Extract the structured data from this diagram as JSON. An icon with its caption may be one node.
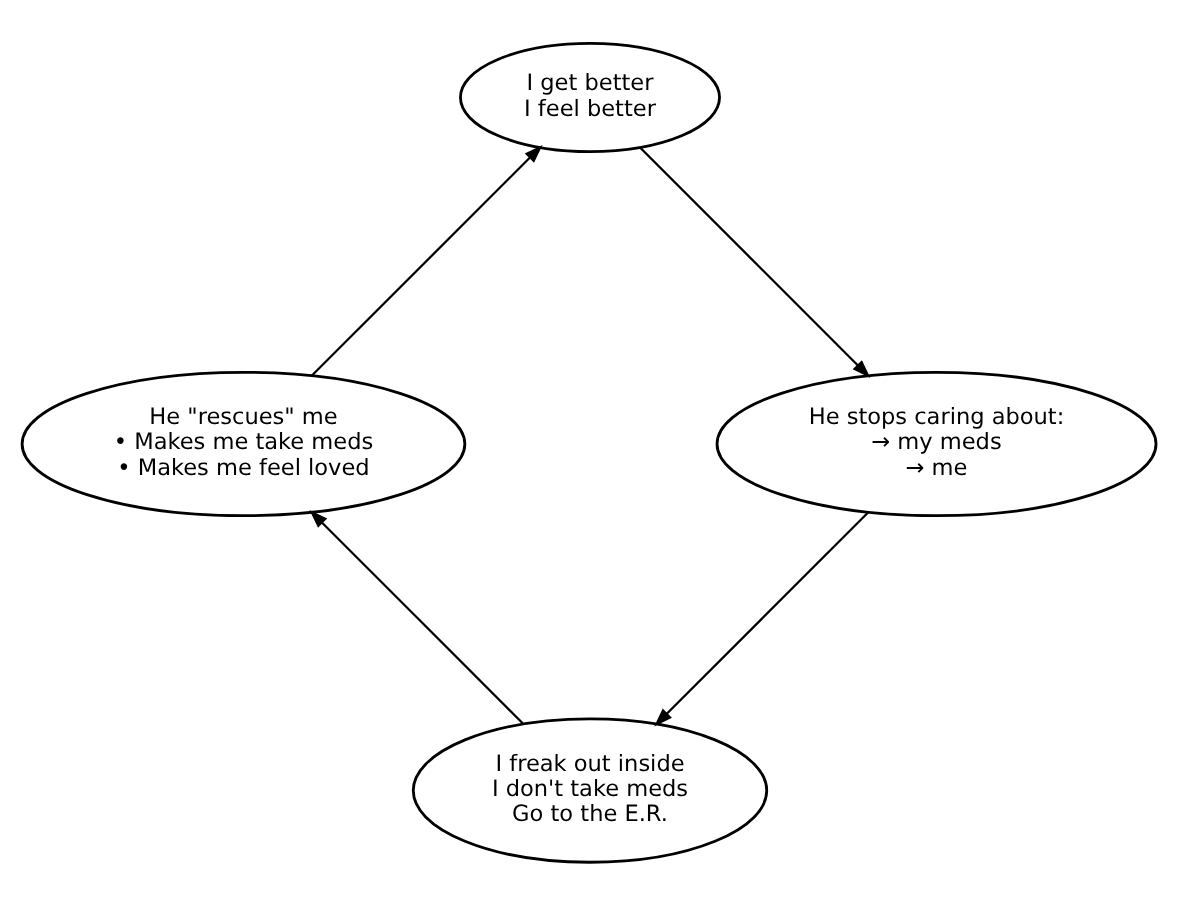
{
  "diagram": {
    "nodes": [
      {
        "text": [
          "I freak out inside",
          "I don't take meds",
          "Go to the E.R."
        ]
      },
      {
        "text": [
          "He \"rescues\" me",
          "• Makes me take meds",
          "• Makes me feel loved"
        ]
      },
      {
        "text": [
          "I get better",
          "I feel better"
        ]
      },
      {
        "text": [
          "He stops caring about:",
          "→ my meds",
          "→ me"
        ]
      }
    ],
    "edges": [
      {
        "from": 0,
        "to": 1,
        "arrow": "to"
      },
      {
        "from": 1,
        "to": 2,
        "arrow": "to"
      },
      {
        "from": 2,
        "to": 3,
        "arrow": "to"
      },
      {
        "from": 3,
        "to": 0,
        "arrow": "to"
      }
    ]
  }
}
